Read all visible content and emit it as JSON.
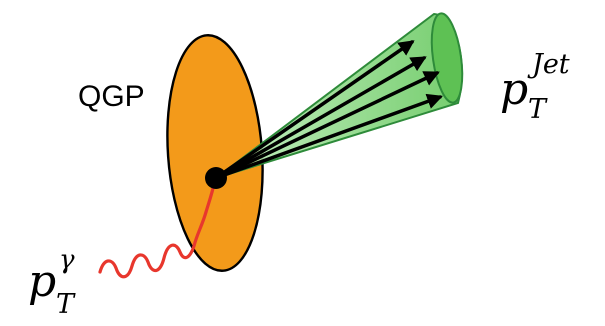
{
  "diagram": {
    "medium": {
      "label": "QGP",
      "color": "#f39a1a"
    },
    "jet": {
      "label_base": "p",
      "label_subscript": "T",
      "label_superscript": "Jet",
      "cone_color": "#7fd07a",
      "cone_outline_color": "#2e8b3a",
      "arrow_count": 4
    },
    "photon": {
      "label_base": "p",
      "label_subscript": "T",
      "label_superscript": "γ",
      "color": "#e8372d"
    },
    "vertex_color": "#000000"
  }
}
